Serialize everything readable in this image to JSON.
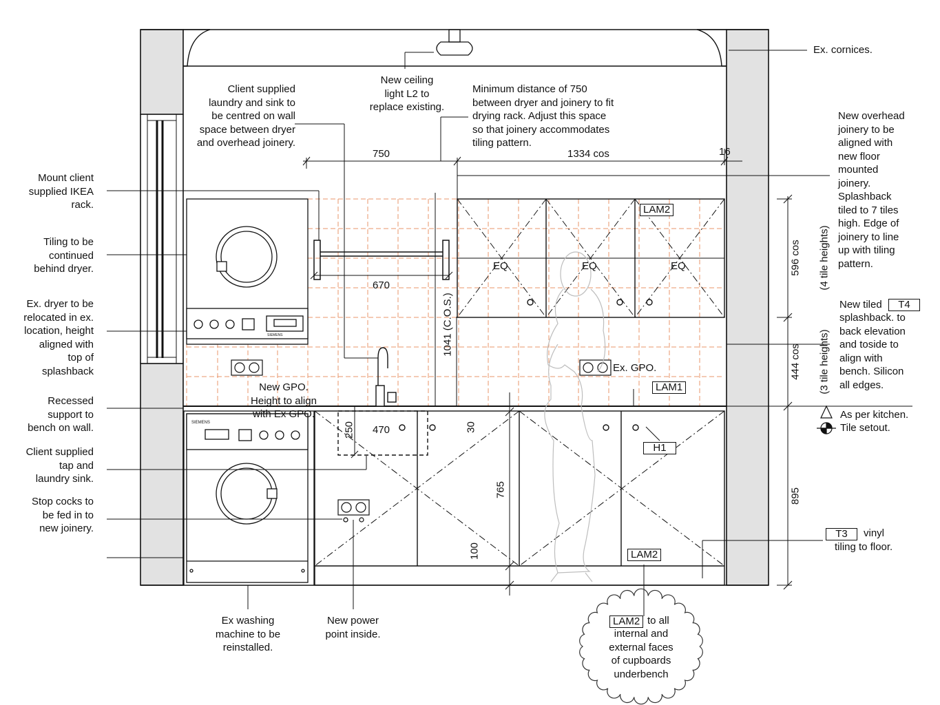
{
  "annotations": {
    "mount_rack": "Mount client\nsupplied IKEA\nrack.",
    "tiling_behind_dryer": "Tiling to be\ncontinued\nbehind dryer.",
    "dryer_relocated": "Ex. dryer to be\nrelocated in ex.\nlocation, height\naligned with\ntop of\nsplashback",
    "recessed_support": "Recessed\nsupport to\nbench on wall.",
    "client_tap_sink": "Client supplied\ntap and\nlaundry sink.",
    "stop_cocks": "Stop cocks to\nbe fed in to\nnew joinery.",
    "client_laundry_sink": "Client supplied\nlaundry and sink to\nbe centred on wall\nspace between dryer\nand overhead joinery.",
    "ceiling_light": "New ceiling\nlight L2 to\nreplace existing.",
    "min_distance": "Minimum distance of 750\nbetween dryer and joinery to fit\ndrying rack. Adjust this space\nso that joinery accommodates\ntiling pattern.",
    "ex_cornices": "Ex. cornices.",
    "overhead_joinery": "New overhead\njoinery to be\naligned with\nnew floor\nmounted\njoinery.\nSplashback\ntiled to 7 tiles\nhigh. Edge of\njoinery to line\nup with tiling\npattern.",
    "splashback_prefix": "New tiled",
    "splashback_rest": "splashback. to\nback elevation\nand toside to\nalign with\nbench. Silicon\nall edges.",
    "as_per_kitchen": "As per kitchen.",
    "tile_setout": "Tile setout.",
    "vinyl_suffix": "vinyl",
    "vinyl_rest": "tiling to floor.",
    "washing_machine": "Ex washing\nmachine to be\nreinstalled.",
    "power_point": "New power\npoint inside.",
    "new_gpo": "New GPO.\nHeight to align\nwith Ex GPO.",
    "ex_gpo": "Ex. GPO.",
    "cloud_suffix": "to all",
    "cloud_rest": "internal and\nexternal faces\nof cupboards\nunderbench"
  },
  "dimensions": {
    "d750": "750",
    "d1334": "1334 cos",
    "d16": "16",
    "d670": "670",
    "d1041": "1041 (C.O.S.)",
    "d470": "470",
    "d250": "250",
    "d30": "30",
    "d765": "765",
    "d100": "100",
    "d596": "596 cos",
    "d596_sub": "(4 tile heights)",
    "d444": "444 cos",
    "d444_sub": "(3 tile heights)",
    "d895": "895"
  },
  "tags": {
    "lam2_upper": "LAM2",
    "lam1": "LAM1",
    "h1": "H1",
    "lam2_lower": "LAM2",
    "t4": "T4",
    "t3": "T3",
    "lam2_cloud": "LAM2"
  },
  "labels": {
    "eq": "EQ",
    "washer_brand": "SIEMENS",
    "dryer_brand": "SIEMENS"
  },
  "colors": {
    "line": "#111111",
    "wall_fill": "#e2e2e2",
    "tile_grid": "#e8956a",
    "figure": "#bdbdbd"
  }
}
